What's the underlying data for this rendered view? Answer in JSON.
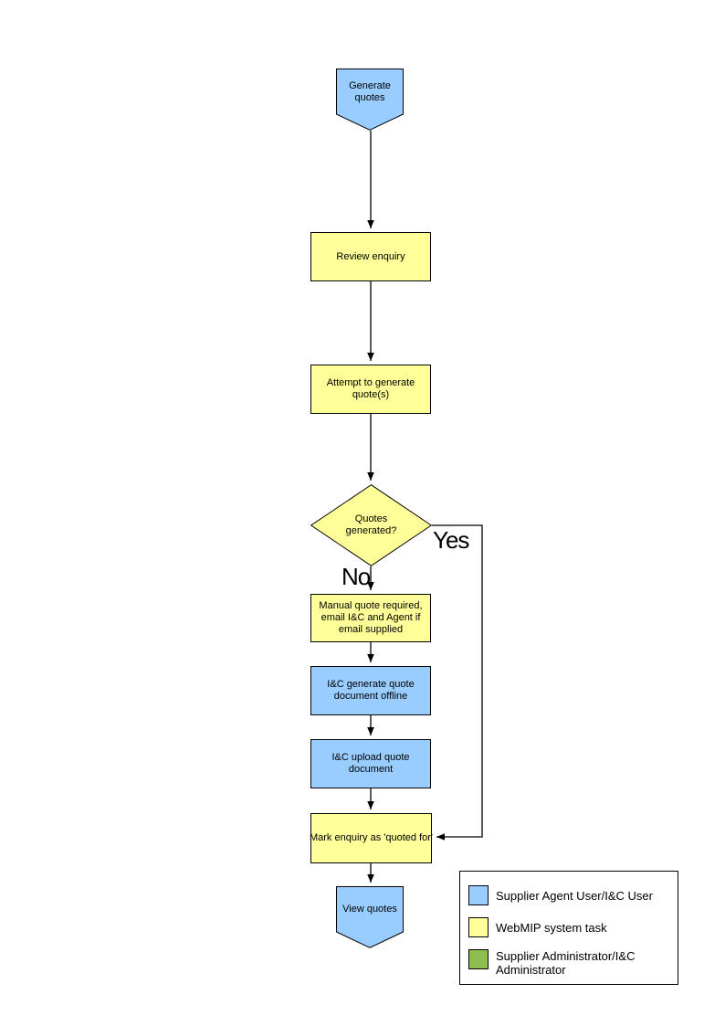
{
  "colors": {
    "user_task": "#99CCFF",
    "system_task": "#FFFF99",
    "admin_task": "#8EBE52",
    "line": "#000000",
    "text": "#000000",
    "background": "#FFFFFF"
  },
  "flow": {
    "nodes": {
      "generate_quotes": {
        "label": "Generate quotes",
        "shape": "pentagon-down",
        "role": "user_task"
      },
      "review_enquiry": {
        "label": "Review enquiry",
        "shape": "rect",
        "role": "system_task"
      },
      "attempt_generate": {
        "label": "Attempt to generate quote(s)",
        "shape": "rect",
        "role": "system_task"
      },
      "quotes_generated": {
        "label": "Quotes generated?",
        "shape": "diamond",
        "role": "system_task"
      },
      "manual_quote": {
        "label": "Manual quote required, email I&C and Agent if email supplied",
        "shape": "rect",
        "role": "system_task"
      },
      "ic_generate_offline": {
        "label": "I&C generate quote document offline",
        "shape": "rect",
        "role": "user_task"
      },
      "ic_upload": {
        "label": "I&C upload quote document",
        "shape": "rect",
        "role": "user_task"
      },
      "mark_enquiry": {
        "label": "Mark enquiry as 'quoted for'",
        "shape": "rect",
        "role": "system_task"
      },
      "view_quotes": {
        "label": "View quotes",
        "shape": "pentagon-down",
        "role": "user_task"
      }
    },
    "edge_labels": {
      "yes": "Yes",
      "no": "No"
    }
  },
  "legend": {
    "items": [
      {
        "label": "Supplier Agent User/I&C User",
        "color_key": "user_task"
      },
      {
        "label": "WebMIP system task",
        "color_key": "system_task"
      },
      {
        "label": "Supplier Administrator/I&C Administrator",
        "color_key": "admin_task"
      }
    ]
  }
}
